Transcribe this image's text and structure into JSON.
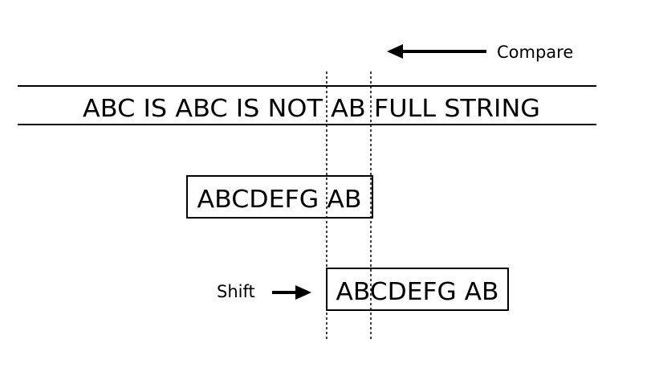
{
  "compare_label": "Compare",
  "shift_label": "Shift",
  "full_string": "ABC IS ABC IS NOT AB FULL STRING",
  "pattern_initial": "ABCDEFG AB",
  "pattern_shifted": "ABCDEFG AB",
  "colors": {
    "ink": "#000000",
    "background": "#ffffff"
  },
  "icons": {
    "compare_arrow": "arrow-left",
    "shift_arrow": "arrow-right"
  }
}
